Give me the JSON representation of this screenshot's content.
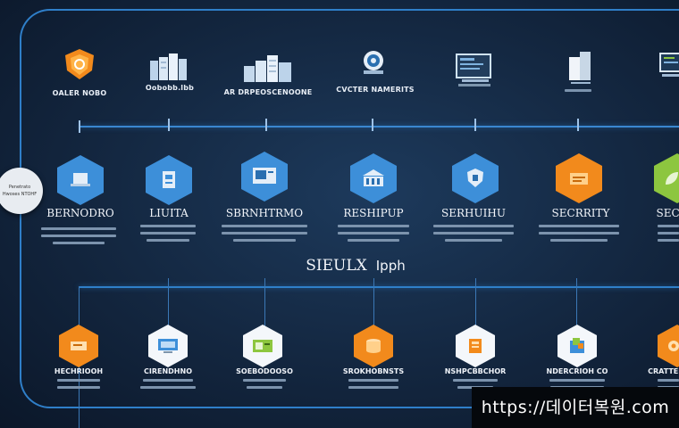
{
  "top_row": [
    {
      "label": "OALER NOBO",
      "icon": "shield-icon",
      "color": "#f28a1c"
    },
    {
      "label": "Oobobb.lbb",
      "icon": "server-rack-icon",
      "color": "#cfe2f5"
    },
    {
      "label": "AR DRPEOSCENOONE",
      "icon": "datacenter-icon",
      "color": "#cfe2f5"
    },
    {
      "label": "CVCTER NAMERITS",
      "icon": "cloud-disk-icon",
      "color": "#cfe2f5"
    },
    {
      "label": "",
      "icon": "monitor-icon",
      "color": "#cfe2f5"
    },
    {
      "label": "",
      "icon": "cube-icon",
      "color": "#cfe2f5"
    },
    {
      "label": "",
      "icon": "screen-icon",
      "color": "#cfe2f5"
    }
  ],
  "middle_row": [
    {
      "label": "BERNODRO",
      "icon": "laptop-icon",
      "color": "#3d8fd9"
    },
    {
      "label": "LIUITA",
      "icon": "document-icon",
      "color": "#3d8fd9"
    },
    {
      "label": "SBRNHTRMO",
      "icon": "terminal-icon",
      "color": "#3d8fd9"
    },
    {
      "label": "RESHIPUP",
      "icon": "building-icon",
      "color": "#3d8fd9"
    },
    {
      "label": "SERHUIHU",
      "icon": "shield-check-icon",
      "color": "#3d8fd9"
    },
    {
      "label": "SECRRITY",
      "icon": "folder-icon",
      "color": "#f28a1c"
    },
    {
      "label": "SECI",
      "icon": "leaf-icon",
      "color": "#8dc63f"
    }
  ],
  "center_title": {
    "main": "SIEULX",
    "sub": "Ipph"
  },
  "bubble": {
    "line1": "Penetrato",
    "line2": "Hwoses NTOHF"
  },
  "bottom_row": [
    {
      "label": "HECHRIOOH",
      "icon": "drive-icon",
      "color": "#f28a1c"
    },
    {
      "label": "CIRENDHNO",
      "icon": "display-icon",
      "color": "#ffffff"
    },
    {
      "label": "SOEBODOOSO",
      "icon": "card-icon",
      "color": "#ffffff"
    },
    {
      "label": "SROKHOBNSTS",
      "icon": "database-icon",
      "color": "#f28a1c"
    },
    {
      "label": "NSHPCBBCHOR",
      "icon": "book-icon",
      "color": "#ffffff"
    },
    {
      "label": "NDERCRIOH CO",
      "icon": "box-icon",
      "color": "#ffffff"
    },
    {
      "label": "CRATTEER",
      "icon": "gear-icon",
      "color": "#f28a1c"
    }
  ],
  "watermark": "https://데이터복원.com"
}
